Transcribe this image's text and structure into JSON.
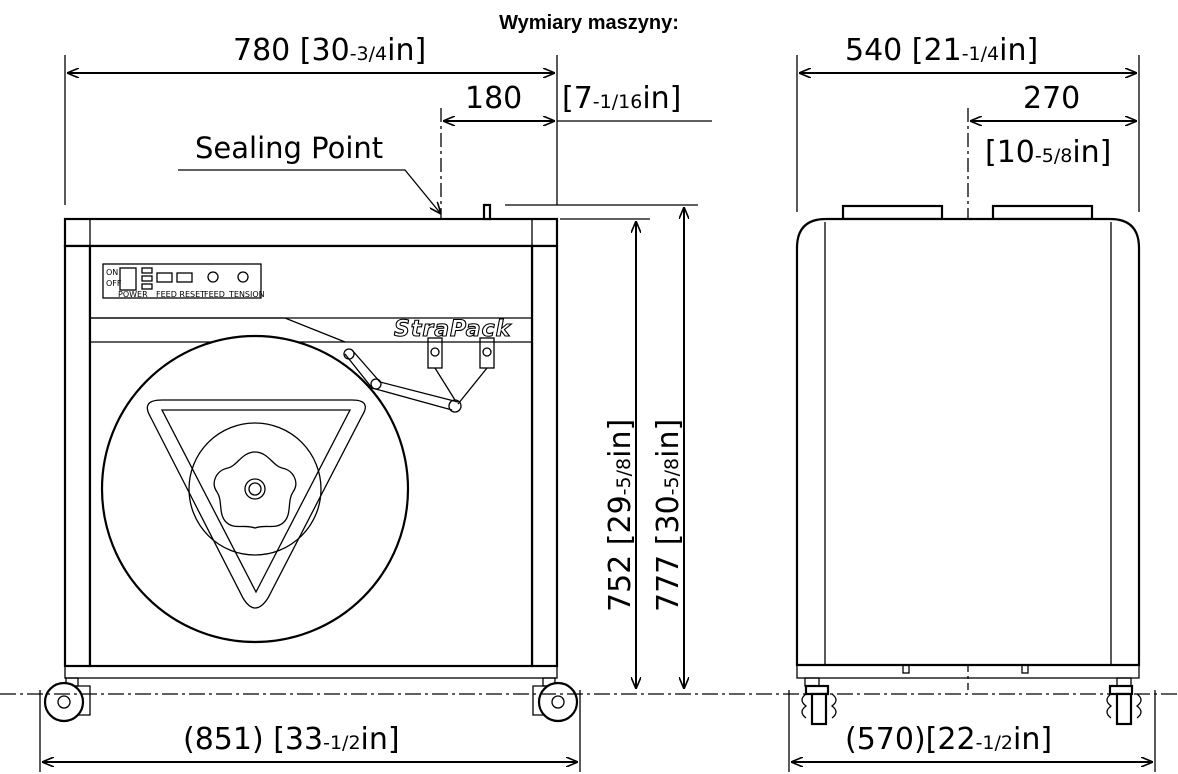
{
  "title": "Wymiary maszyny:",
  "front_view": {
    "width_dim": {
      "mm": "780",
      "in_open": " [30",
      "in_frac": "-3/4",
      "in_close": "in]"
    },
    "offset_dim": {
      "mm": "180",
      "in_open": "[7",
      "in_frac": "-1/16",
      "in_close": "in]"
    },
    "sealing_label": "Sealing Point",
    "table_height": {
      "mm": "752",
      "in_open": " [29",
      "in_frac": "-5/8",
      "in_close": "in]"
    },
    "total_height": {
      "mm": "777",
      "in_open": " [30",
      "in_frac": "-5/8",
      "in_close": "in]"
    },
    "overall_width": {
      "mm": "(851)",
      "in_open": " [33",
      "in_frac": "-1/2",
      "in_close": "in]"
    },
    "brand": "StraPack",
    "panel": {
      "switch_on": "ON",
      "switch_off": "OFF",
      "power": "POWER",
      "feed_reset": "FEED RESET",
      "feed": "FEED",
      "tension": "TENSION"
    }
  },
  "side_view": {
    "width_dim": {
      "mm": "540",
      "in_open": " [21",
      "in_frac": "-1/4",
      "in_close": "in]"
    },
    "half_dim": {
      "mm": "270",
      "in_open": "[10",
      "in_frac": "-5/8",
      "in_close": "in]"
    },
    "overall_width": {
      "mm": "(570)",
      "in_open": "[22",
      "in_frac": "-1/2",
      "in_close": "in]"
    }
  }
}
